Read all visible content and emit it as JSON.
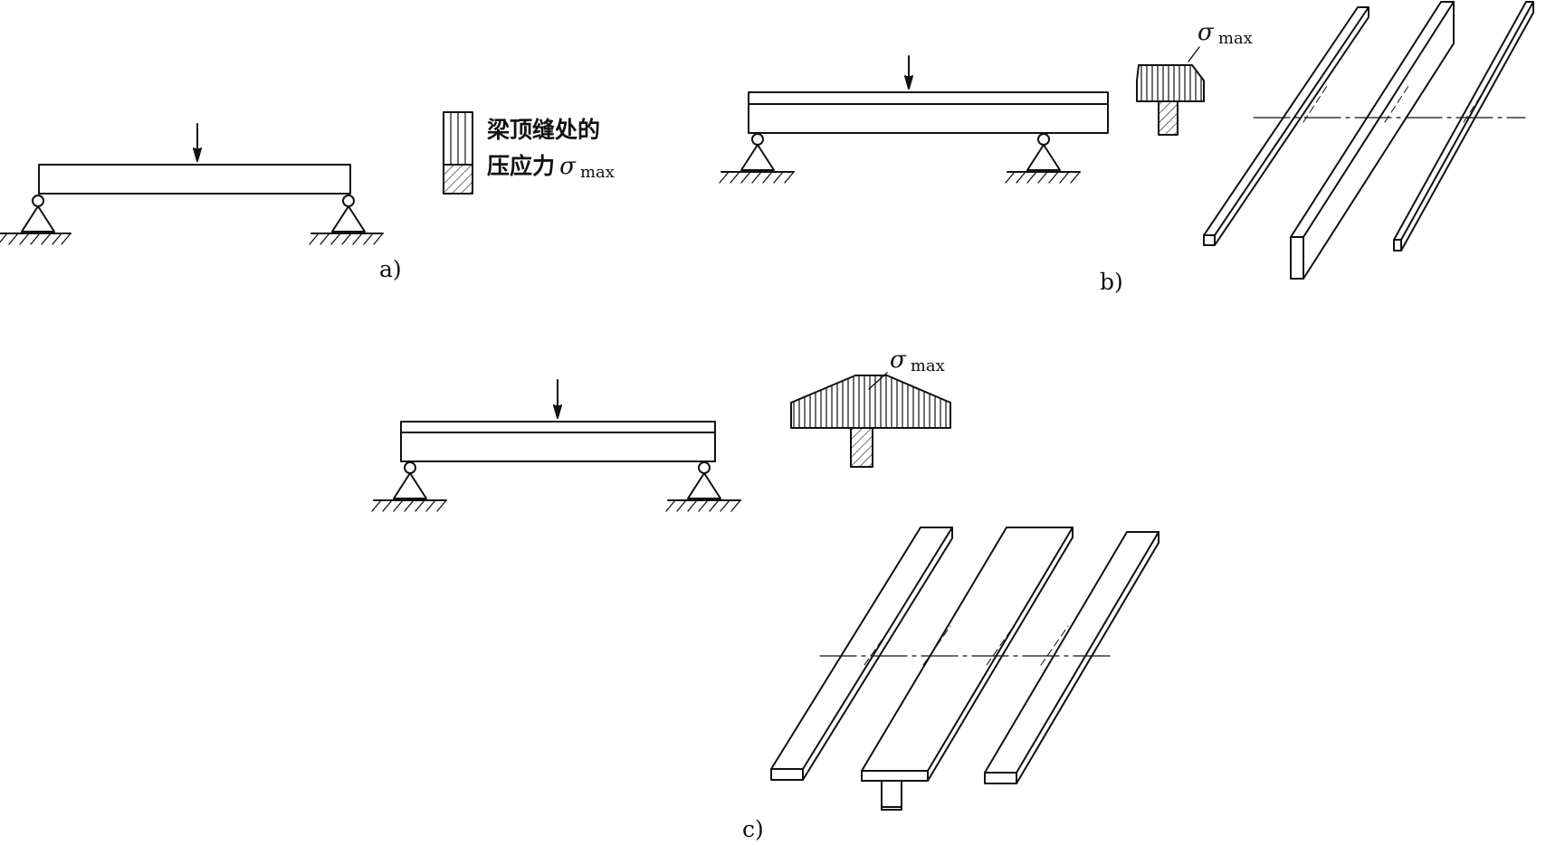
{
  "figure": {
    "panel_labels": {
      "a": "a)",
      "b": "b)",
      "c": "c)"
    },
    "legend": {
      "line1": "梁顶缝处的",
      "line2_prefix": "压应力",
      "sigma": "σ",
      "sigma_sub": "max"
    },
    "stress_label_b": {
      "sigma": "σ",
      "sub": "max"
    },
    "stress_label_c": {
      "sigma": "σ",
      "sub": "max"
    }
  },
  "colors": {
    "line": "#111111",
    "background": "#ffffff"
  }
}
